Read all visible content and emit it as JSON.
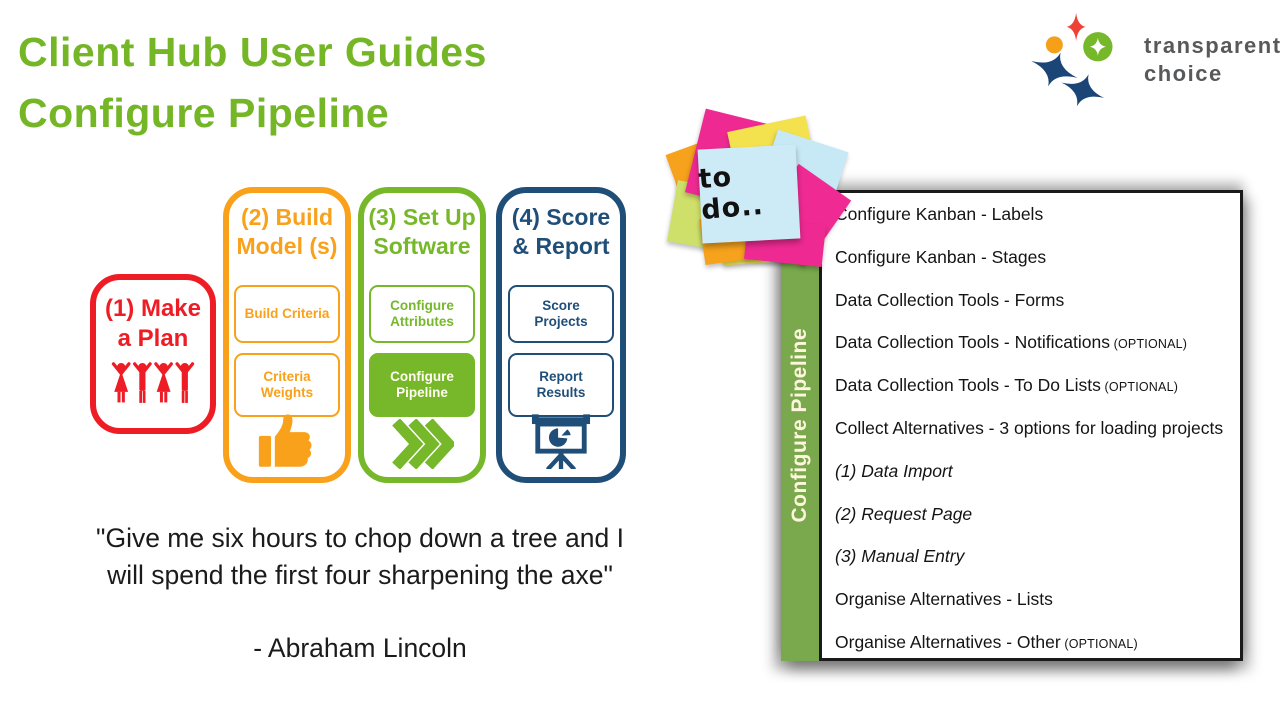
{
  "header": {
    "title_line1": "Client Hub User Guides",
    "title_line2": "Configure Pipeline",
    "title_color": "#74b626"
  },
  "logo": {
    "text_line1": "transparent",
    "text_line2": "choice",
    "text_color": "#58595b",
    "icon": "brand-logo-icon",
    "colors": {
      "navy": "#1b4576",
      "red": "#ef4136",
      "orange": "#f6a01a",
      "green": "#76b82a"
    }
  },
  "pipeline": {
    "steps": [
      {
        "line1": "(1) Make",
        "line2": "a Plan",
        "color": "#ee1c25",
        "icon": "people-icon",
        "subs": []
      },
      {
        "line1": "(2) Build",
        "line2": "Model (s)",
        "color": "#f9a11b",
        "icon": "thumbs-up-icon",
        "subs": [
          "Build Criteria",
          "Criteria Weights"
        ]
      },
      {
        "line1": "(3) Set Up",
        "line2": "Software",
        "color": "#76b82a",
        "icon": "chevrons-icon",
        "subs": [
          "Configure Attributes",
          "Configure Pipeline"
        ],
        "active_sub": "Configure Pipeline"
      },
      {
        "line1": "(4) Score",
        "line2": "& Report",
        "color": "#1f4e79",
        "icon": "presentation-chart-icon",
        "subs": [
          "Score Projects",
          "Report Results"
        ]
      }
    ]
  },
  "quote": {
    "line1": "\"Give me six hours to chop down a tree and I",
    "line2": "will spend the first four sharpening the axe\"",
    "attribution": "- Abraham Lincoln"
  },
  "todo_panel": {
    "sticky_label": "to do..",
    "sticky_icon": "sticky-notes-icon",
    "sidebar_label": "Configure Pipeline",
    "sidebar_color": "#79a94c",
    "items": [
      {
        "text": "Configure Kanban - Labels"
      },
      {
        "text": "Configure Kanban - Stages"
      },
      {
        "text": "Data Collection Tools - Forms"
      },
      {
        "text": "Data Collection Tools - Notifications",
        "suffix": "(OPTIONAL)"
      },
      {
        "text": "Data Collection Tools - To Do Lists",
        "suffix": "(OPTIONAL)"
      },
      {
        "text": "Collect Alternatives - 3 options for loading projects"
      },
      {
        "text": "(1) Data Import",
        "italic": true
      },
      {
        "text": "(2) Request Page",
        "italic": true
      },
      {
        "text": "(3) Manual Entry",
        "italic": true
      },
      {
        "text": "Organise Alternatives - Lists"
      },
      {
        "text": "Organise Alternatives - Other",
        "suffix": "(OPTIONAL)"
      }
    ]
  }
}
